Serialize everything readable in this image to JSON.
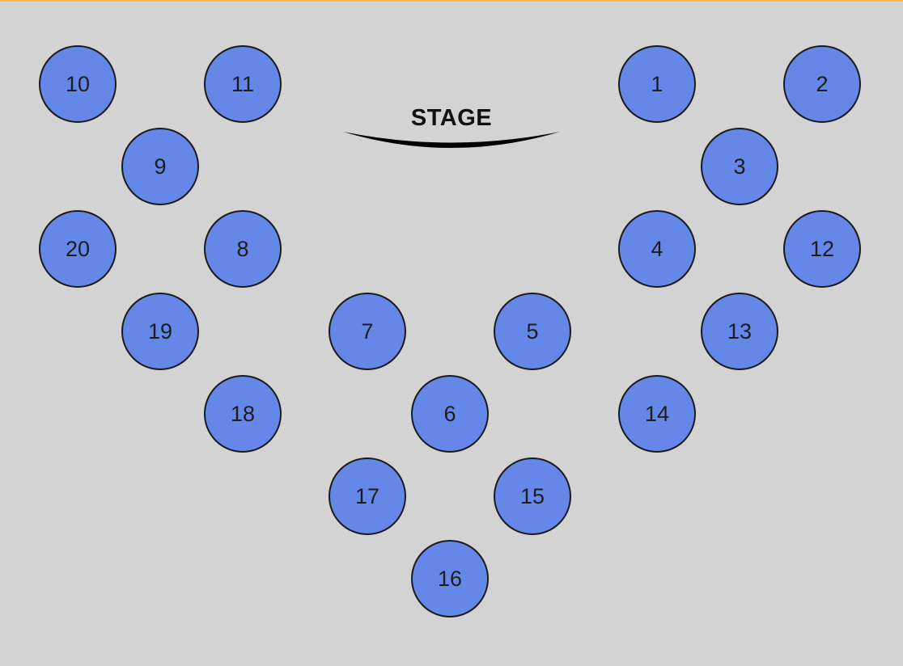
{
  "stage": {
    "label": "STAGE"
  },
  "seats": [
    {
      "id": "10",
      "label": "10"
    },
    {
      "id": "11",
      "label": "11"
    },
    {
      "id": "1",
      "label": "1"
    },
    {
      "id": "2",
      "label": "2"
    },
    {
      "id": "9",
      "label": "9"
    },
    {
      "id": "3",
      "label": "3"
    },
    {
      "id": "20",
      "label": "20"
    },
    {
      "id": "8",
      "label": "8"
    },
    {
      "id": "4",
      "label": "4"
    },
    {
      "id": "12",
      "label": "12"
    },
    {
      "id": "19",
      "label": "19"
    },
    {
      "id": "7",
      "label": "7"
    },
    {
      "id": "5",
      "label": "5"
    },
    {
      "id": "13",
      "label": "13"
    },
    {
      "id": "18",
      "label": "18"
    },
    {
      "id": "6",
      "label": "6"
    },
    {
      "id": "14",
      "label": "14"
    },
    {
      "id": "17",
      "label": "17"
    },
    {
      "id": "15",
      "label": "15"
    },
    {
      "id": "16",
      "label": "16"
    }
  ],
  "colors": {
    "background": "#d3d3d3",
    "seat_fill": "#6487e8",
    "seat_border": "#1b1b1b",
    "top_border": "#f6b84a"
  }
}
